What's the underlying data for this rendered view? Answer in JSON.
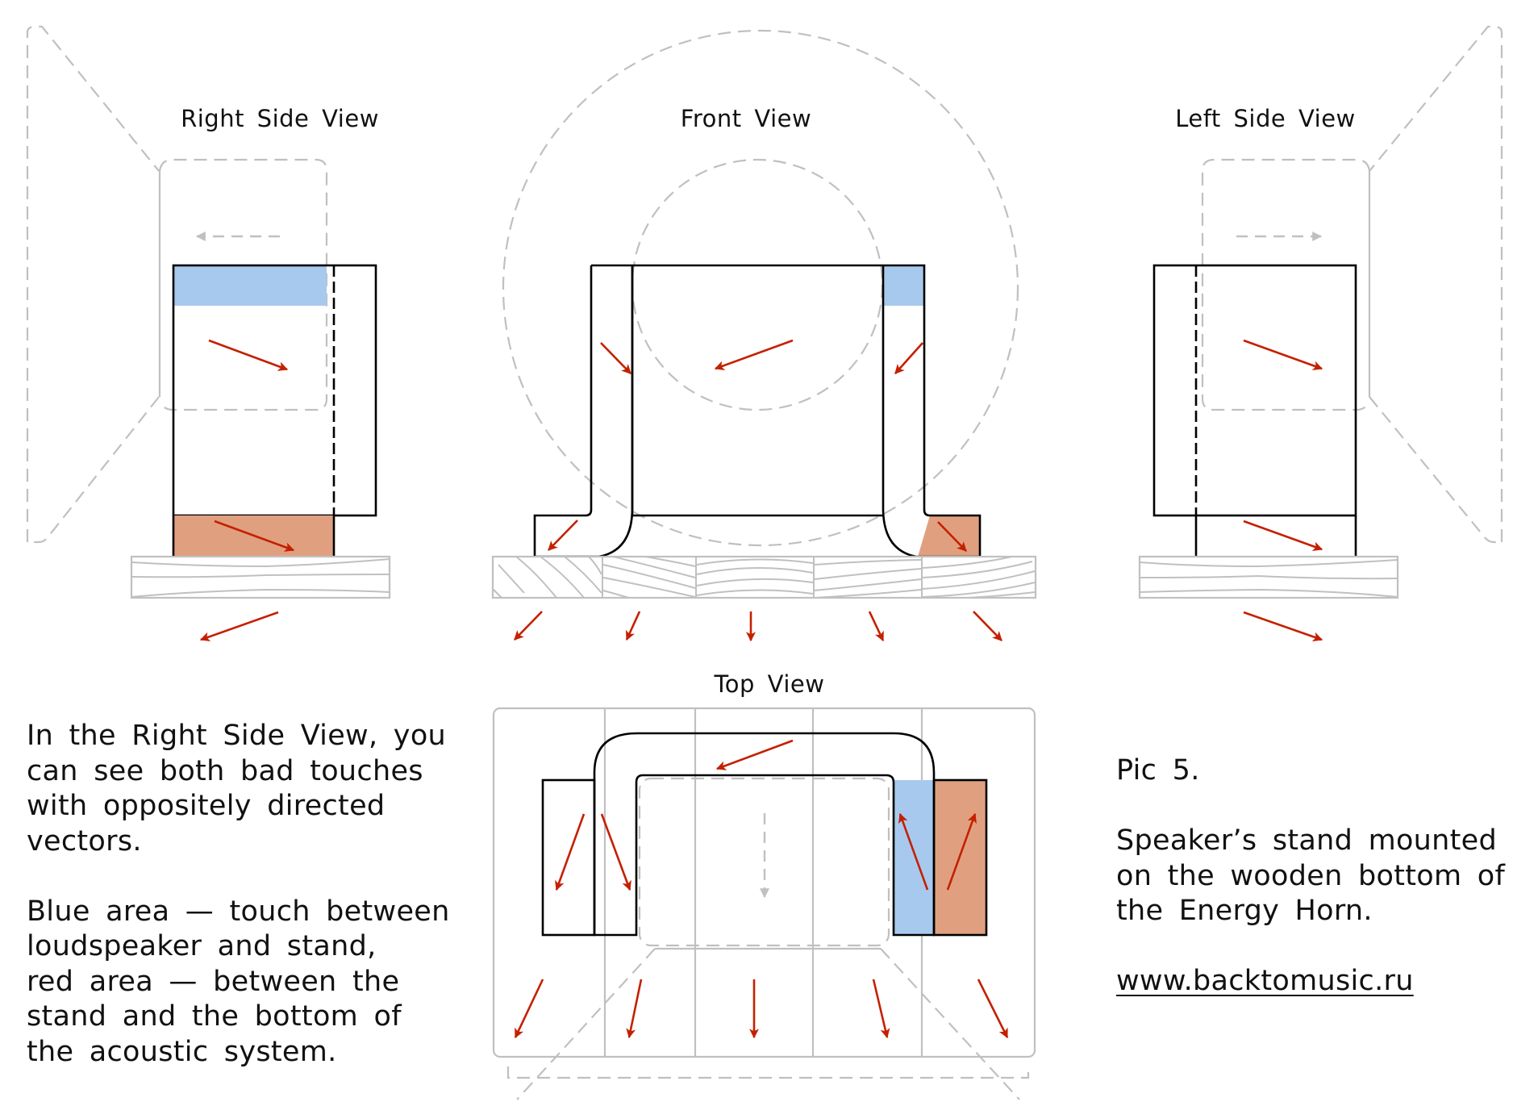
{
  "figure": {
    "views": {
      "right_side": {
        "title": "Right Side View"
      },
      "front": {
        "title": "Front View"
      },
      "left_side": {
        "title": "Left Side View"
      },
      "top": {
        "title": "Top View"
      }
    },
    "legend_colors": {
      "blue_area": "#a8c9ee",
      "red_area": "#e0a080",
      "vector_arrows": "#c42000",
      "outline_gray": "#c0c0c0"
    }
  },
  "left_text": {
    "paragraph1": [
      "In the Right Side View, you",
      "can see both bad touches",
      "with oppositely directed",
      "vectors."
    ],
    "paragraph2": [
      "Blue area — touch between",
      "loudspeaker and stand,",
      "red area — between the",
      "stand and the bottom of",
      "the acoustic system."
    ]
  },
  "right_text": {
    "caption": "Pic 5.",
    "description": [
      "Speaker’s stand mounted",
      "on the wooden bottom of",
      "the Energy Horn."
    ],
    "link": "www.backtomusic.ru"
  }
}
